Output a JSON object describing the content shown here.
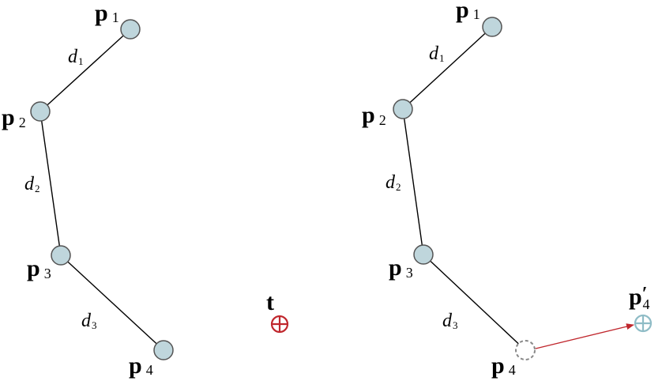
{
  "colors": {
    "joint_fill": "#bfd6dc",
    "joint_stroke": "#555555",
    "target": "#c0272d",
    "new_position": "#8fbcc6",
    "arrow": "#c0272d",
    "ghost_joint": "#888888"
  },
  "left_panel": {
    "points": [
      {
        "base": "p",
        "sub": "1"
      },
      {
        "base": "p",
        "sub": "2"
      },
      {
        "base": "p",
        "sub": "3"
      },
      {
        "base": "p",
        "sub": "4"
      }
    ],
    "distances": [
      {
        "base": "d",
        "sub": "1"
      },
      {
        "base": "d",
        "sub": "2"
      },
      {
        "base": "d",
        "sub": "3"
      }
    ],
    "target": {
      "label": "t",
      "icon": "target-circle-plus-icon"
    }
  },
  "right_panel": {
    "points": [
      {
        "base": "p",
        "sub": "1"
      },
      {
        "base": "p",
        "sub": "2"
      },
      {
        "base": "p",
        "sub": "3"
      },
      {
        "base": "p",
        "sub": "4"
      }
    ],
    "distances": [
      {
        "base": "d",
        "sub": "1"
      },
      {
        "base": "d",
        "sub": "2"
      },
      {
        "base": "d",
        "sub": "3"
      }
    ],
    "new_point": {
      "base": "p",
      "prime": "′",
      "sub": "4",
      "icon": "new-position-circle-plus-icon"
    }
  }
}
